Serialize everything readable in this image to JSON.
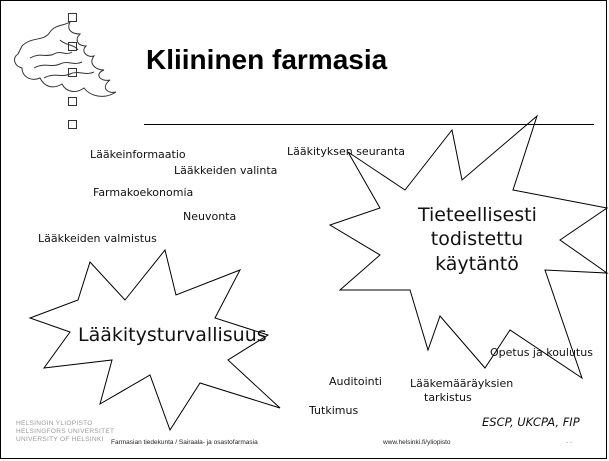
{
  "slide": {
    "title": "Kliininen farmasia",
    "labels": {
      "laakeinformaatio": "Lääkeinformaatio",
      "laakkeiden_valinta": "Lääkkeiden valinta",
      "laakityksen_seuranta": "Lääkityksen seuranta",
      "farmakoekonomia": "Farmakoekonomia",
      "neuvonta": "Neuvonta",
      "laakkeiden_valmistus": "Lääkkeiden valmistus",
      "auditointi": "Auditointi",
      "laakemaarayksien": "Lääkemääräyksien",
      "tarkistus": "tarkistus",
      "opetus": "Opetus ja koulutus",
      "tutkimus": "Tutkimus"
    },
    "star_right": [
      "Tieteellisesti",
      "todistettu",
      "käytäntö"
    ],
    "star_left": "Lääkitysturvallisuus",
    "signature": "ESCP, UKCPA, FIP"
  },
  "footer": {
    "university": [
      "HELSINGIN YLIOPISTO",
      "HELSINGFORS UNIVERSITET",
      "UNIVERSITY OF HELSINKI"
    ],
    "department": "Farmasian tiedekunta / Sairaala- ja osastofarmasia",
    "url": "www.helsinki.fi/yliopisto",
    "dots": "·   ·"
  }
}
